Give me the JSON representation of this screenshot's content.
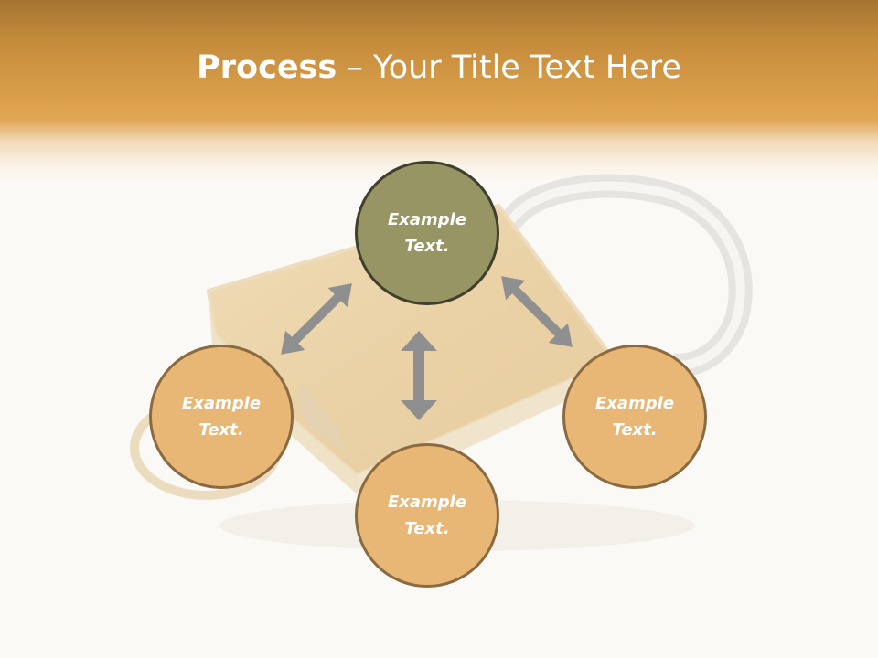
{
  "slide": {
    "title_bold": "Process",
    "title_dash": " – ",
    "title_rest": "Your Title Text Here"
  },
  "nodes": {
    "center": {
      "line1": "Example",
      "line2": "Text."
    },
    "left": {
      "line1": "Example",
      "line2": "Text."
    },
    "right": {
      "line1": "Example",
      "line2": "Text."
    },
    "bottom": {
      "line1": "Example",
      "line2": "Text."
    }
  },
  "colors": {
    "header": "#dca04a",
    "center_node": "#979563",
    "leaf_node": "#e8b775",
    "node_border": "#8a6a40",
    "arrow": "#8f8f8f"
  }
}
